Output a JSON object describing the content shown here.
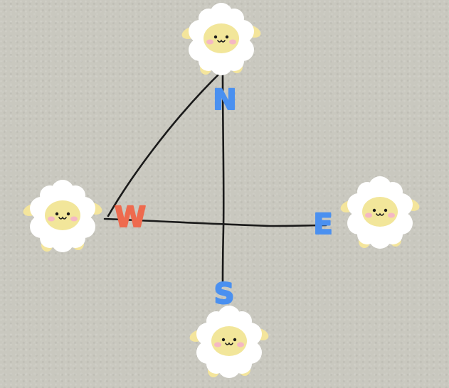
{
  "colors": {
    "background": "#c9c8bf",
    "line": "#1a1a1a",
    "north": "#4a90f0",
    "south": "#4a90f0",
    "east": "#4a90f0",
    "west": "#ee6a4e",
    "wool": "#ffffff",
    "face": "#f2e69a",
    "ear": "#f4e59c",
    "cheek": "#f5b8c4"
  },
  "labels": {
    "north": "N",
    "west": "W",
    "east": "E",
    "south": "S"
  },
  "icons": [
    "sheep-icon"
  ]
}
